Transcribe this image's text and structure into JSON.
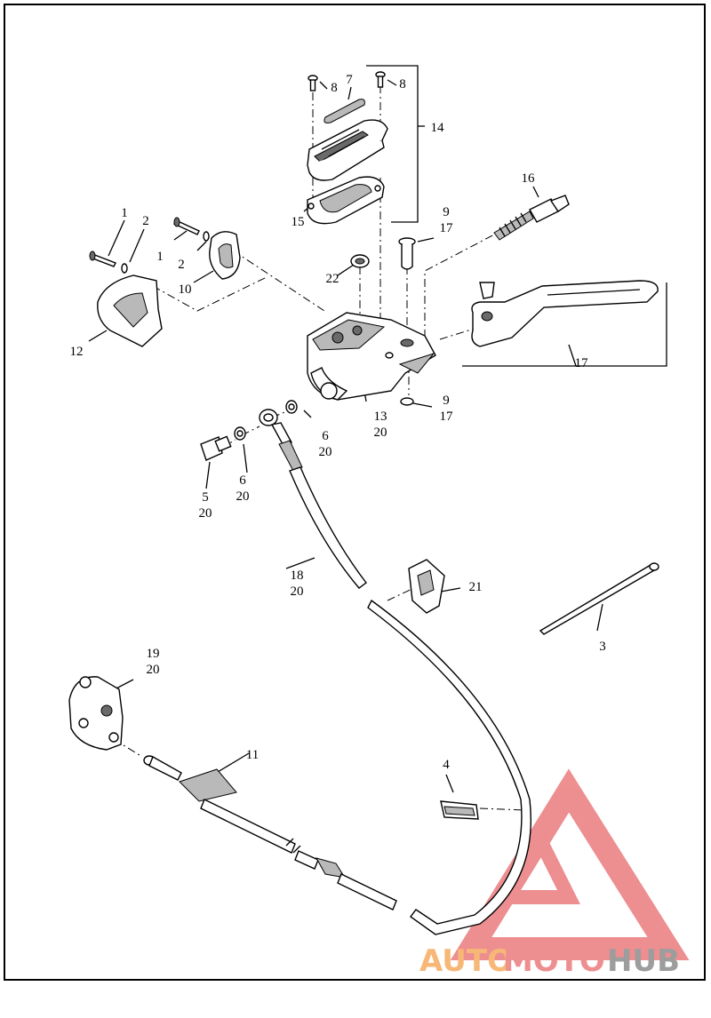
{
  "callouts": [
    {
      "id": "c1a",
      "lines": [
        "1"
      ]
    },
    {
      "id": "c2a",
      "lines": [
        "2"
      ]
    },
    {
      "id": "c1b",
      "lines": [
        "1"
      ]
    },
    {
      "id": "c2b",
      "lines": [
        "2"
      ]
    },
    {
      "id": "c3",
      "lines": [
        "3"
      ]
    },
    {
      "id": "c4",
      "lines": [
        "4"
      ]
    },
    {
      "id": "c5",
      "lines": [
        "5",
        "20"
      ]
    },
    {
      "id": "c6a",
      "lines": [
        "6",
        "20"
      ]
    },
    {
      "id": "c6b",
      "lines": [
        "6",
        "20"
      ]
    },
    {
      "id": "c7",
      "lines": [
        "7"
      ]
    },
    {
      "id": "c8a",
      "lines": [
        "8"
      ]
    },
    {
      "id": "c8b",
      "lines": [
        "8"
      ]
    },
    {
      "id": "c9a",
      "lines": [
        "9",
        "17"
      ]
    },
    {
      "id": "c9b",
      "lines": [
        "9",
        "17"
      ]
    },
    {
      "id": "c10",
      "lines": [
        "10"
      ]
    },
    {
      "id": "c11",
      "lines": [
        "11"
      ]
    },
    {
      "id": "c12",
      "lines": [
        "12"
      ]
    },
    {
      "id": "c13",
      "lines": [
        "13",
        "20"
      ]
    },
    {
      "id": "c14",
      "lines": [
        "14"
      ]
    },
    {
      "id": "c15",
      "lines": [
        "15"
      ]
    },
    {
      "id": "c16",
      "lines": [
        "16"
      ]
    },
    {
      "id": "c17",
      "lines": [
        "17"
      ]
    },
    {
      "id": "c18",
      "lines": [
        "18",
        "20"
      ]
    },
    {
      "id": "c19",
      "lines": [
        "19",
        "20"
      ]
    },
    {
      "id": "c21",
      "lines": [
        "21"
      ]
    },
    {
      "id": "c22",
      "lines": [
        "22"
      ]
    }
  ],
  "watermark": {
    "part1": "AUTO",
    "part2": "MOTO",
    "part3": "HUB"
  },
  "colors": {
    "watermark_red": "#e8696b",
    "watermark_orange": "#f5a04a",
    "watermark_gray": "#7d7d7d"
  }
}
